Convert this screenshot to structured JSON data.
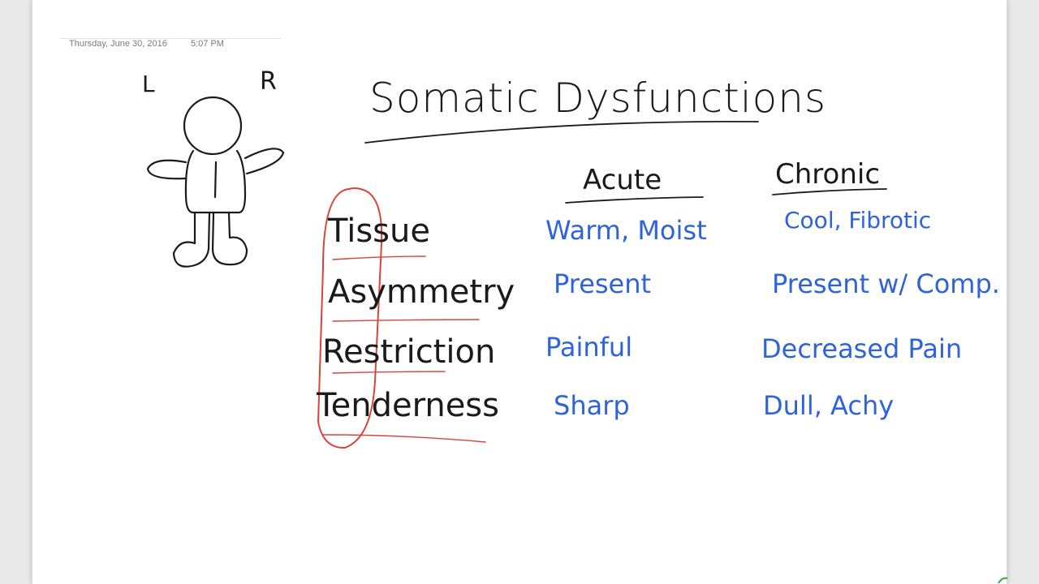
{
  "note": {
    "date": "Thursday, June 30, 2016",
    "time": "5:07 PM"
  },
  "figure": {
    "left_label": "L",
    "right_label": "R"
  },
  "title": "Somatic Dysfunctions",
  "columns": {
    "acute": "Acute",
    "chronic": "Chronic"
  },
  "rows": [
    {
      "label": "Tissue",
      "acute": "Warm, Moist",
      "chronic": "Cool, Fibrotic"
    },
    {
      "label": "Asymmetry",
      "acute": "Present",
      "chronic": "Present w/ Comp."
    },
    {
      "label": "Restriction",
      "acute": "Painful",
      "chronic": "Decreased Pain"
    },
    {
      "label": "Tenderness",
      "acute": "Sharp",
      "chronic": "Dull, Achy"
    }
  ],
  "colors": {
    "ink_black": "#1a1a1a",
    "ink_blue": "#2e63d9",
    "ink_red": "#d9443a"
  }
}
